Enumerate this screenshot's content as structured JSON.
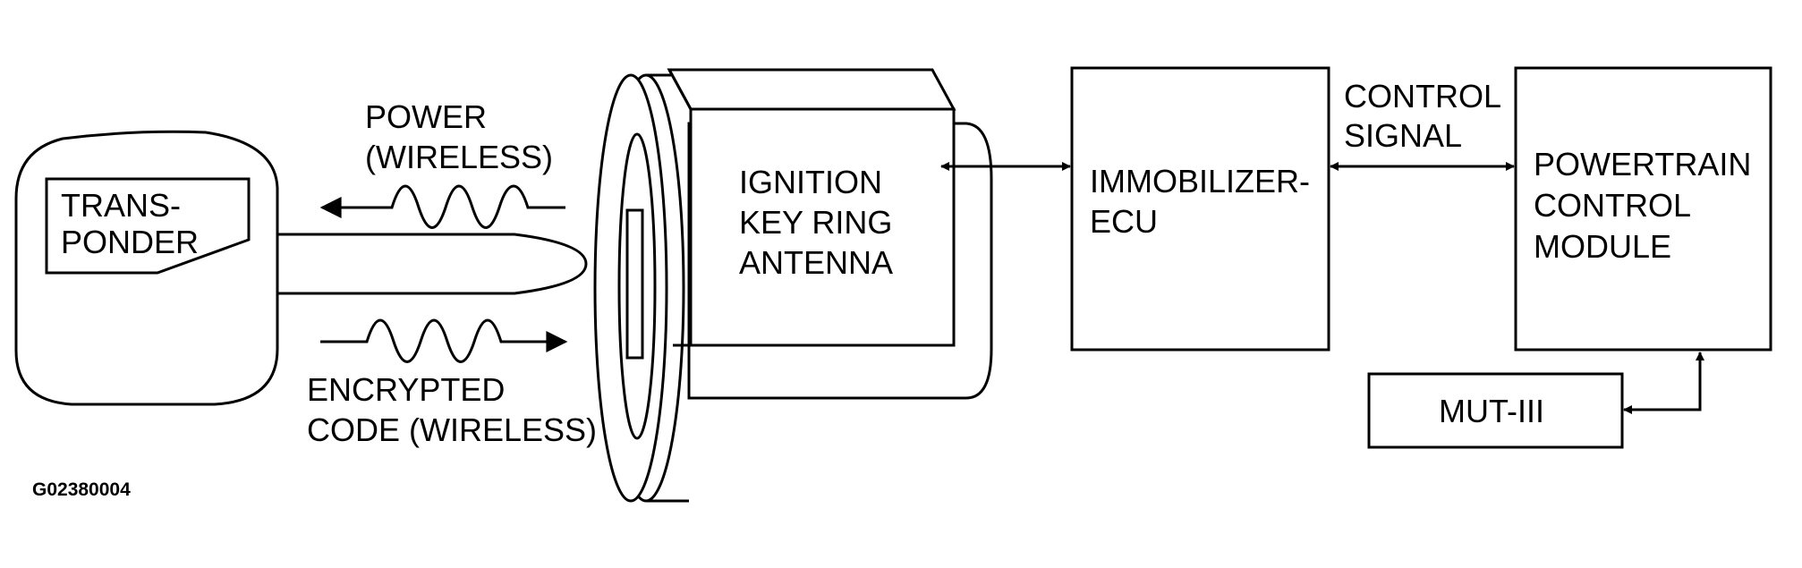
{
  "key": {
    "transponder_label": [
      "TRANS-",
      "PONDER"
    ]
  },
  "signals": {
    "power_label": [
      "POWER",
      "(WIRELESS)"
    ],
    "encrypted_label": [
      "ENCRYPTED",
      "CODE (WIRELESS)"
    ]
  },
  "antenna": {
    "label": [
      "IGNITION",
      "KEY RING",
      "ANTENNA"
    ]
  },
  "immobilizer": {
    "label": [
      "IMMOBILIZER-",
      "ECU"
    ]
  },
  "control_signal": {
    "label": [
      "CONTROL",
      "SIGNAL"
    ]
  },
  "pcm": {
    "label": [
      "POWERTRAIN",
      "CONTROL",
      "MODULE"
    ]
  },
  "mut": {
    "label": "MUT-III"
  },
  "figure_id": "G02380004",
  "colors": {
    "line": "#000000",
    "background": "#ffffff"
  }
}
